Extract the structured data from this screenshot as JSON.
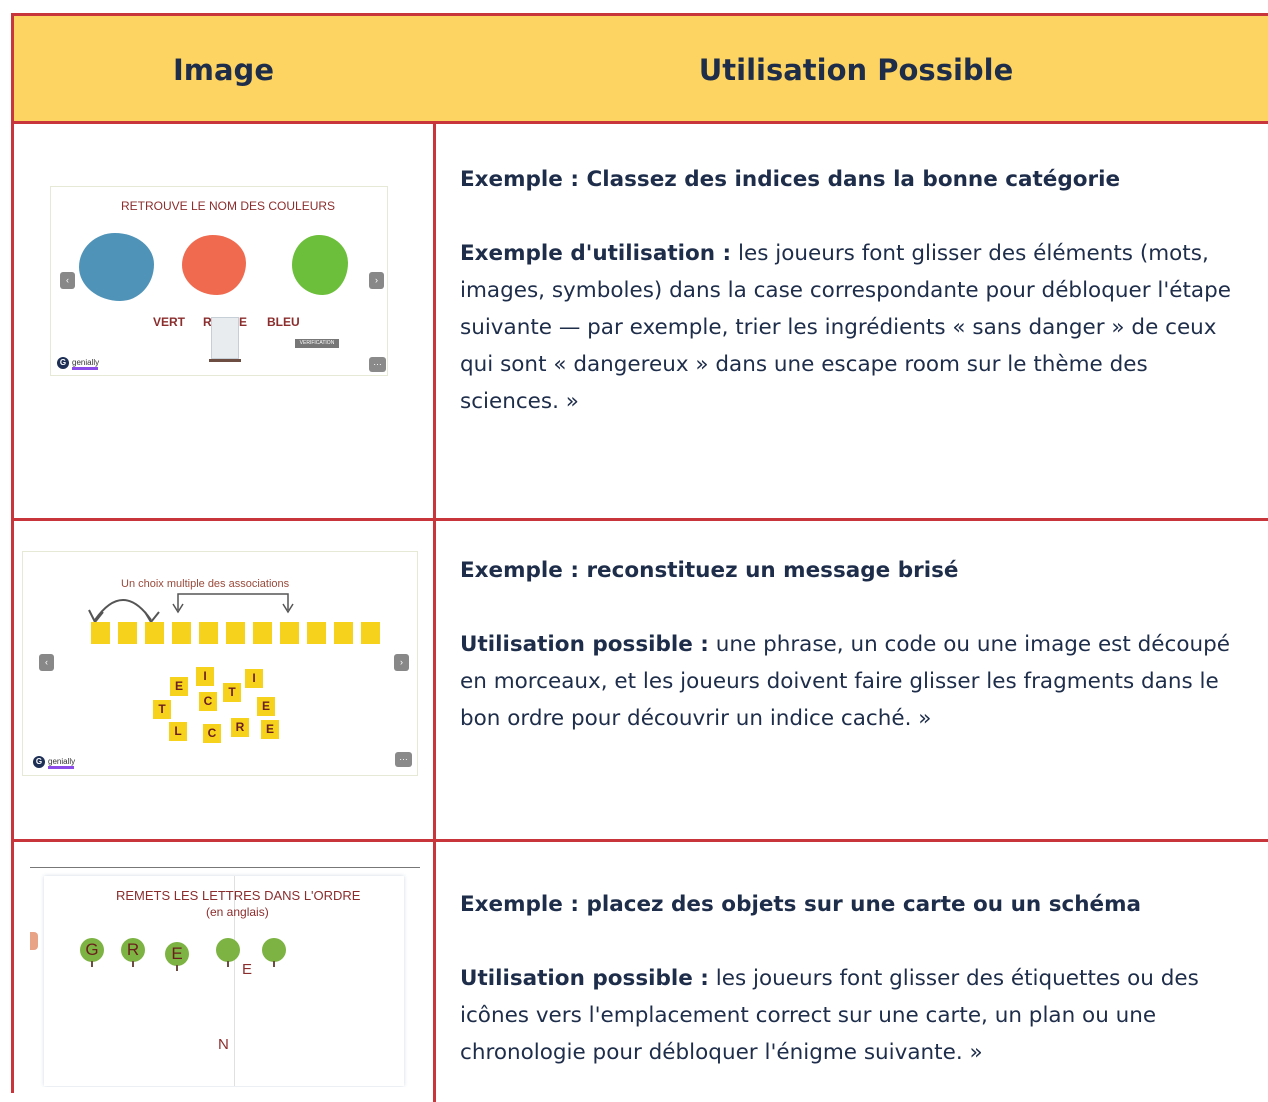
{
  "header": {
    "col_image": "Image",
    "col_usage": "Utilisation Possible"
  },
  "rows": [
    {
      "title": "Exemple : Classez des indices dans la bonne catégorie",
      "label": "Exemple d'utilisation :",
      "body": " les joueurs font glisser des éléments (mots, images, symboles) dans la case correspondante pour débloquer l'étape suivante — par exemple, trier les ingrédients « sans danger » de ceux qui sont « dangereux » dans une escape room sur le thème des sciences. »",
      "image": {
        "heading": "RETROUVE LE NOM DES COULEURS",
        "words": [
          "VERT",
          "ROUGE",
          "BLEU"
        ],
        "button": "VERIFICATION",
        "blob_colors": [
          "#4f93b8",
          "#ef6a4f",
          "#6cbf3a"
        ]
      }
    },
    {
      "title": "Exemple : reconstituez un message brisé",
      "label": "Utilisation possible :",
      "body": " une phrase, un code ou une image est découpé en morceaux, et les joueurs doivent faire glisser les fragments dans le bon ordre pour découvrir un indice caché. »",
      "image": {
        "heading": "Un choix multiple des associations",
        "letters": [
          "E",
          "I",
          "T",
          "C",
          "T",
          "I",
          "E",
          "L",
          "C",
          "R",
          "E"
        ]
      }
    },
    {
      "title": "Exemple : placez des objets sur une carte ou un schéma",
      "label": "Utilisation possible :",
      "body": " les joueurs font glisser des étiquettes ou des icônes vers l'emplacement correct sur une carte, un plan ou une chronologie pour débloquer l'énigme suivante. »",
      "image": {
        "heading": "REMETS LES LETTRES DANS L'ORDRE",
        "subheading": "(en anglais)",
        "tree_letters": [
          "G",
          "R",
          "E",
          "",
          ""
        ],
        "loose_letters": [
          "E",
          "N"
        ]
      }
    }
  ],
  "logo": {
    "brand": "genially",
    "mark": "G"
  },
  "colors": {
    "border": "#c8363b",
    "header_bg": "#fdd462",
    "text": "#1e2d4a"
  }
}
